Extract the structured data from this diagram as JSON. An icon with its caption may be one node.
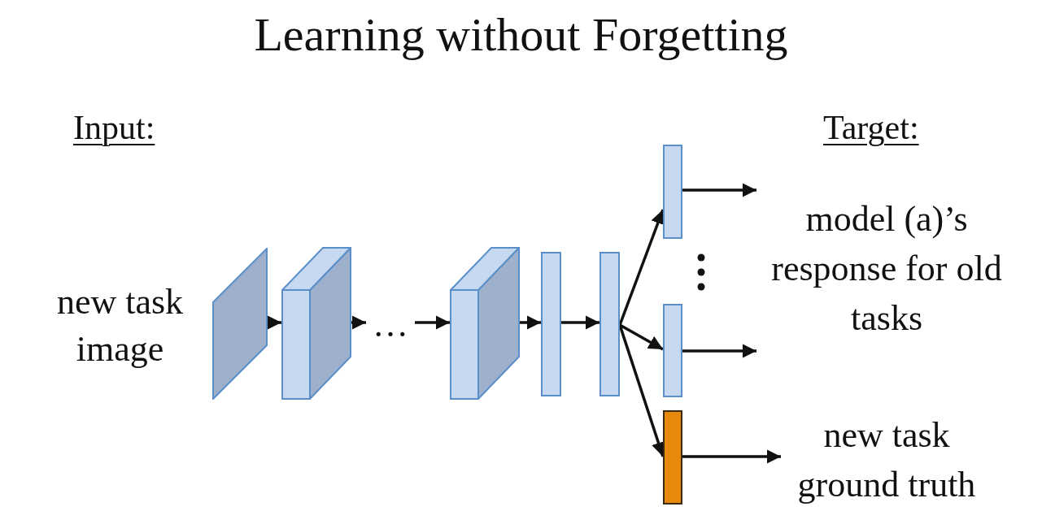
{
  "diagram": {
    "title": "Learning without Forgetting",
    "nodes": [
      {
        "text": [],
        "shape": "parallelogram",
        "beside": [
          "new task image"
        ]
      },
      {
        "text": [],
        "shape": "cuboid"
      },
      {
        "text": [
          "…"
        ]
      },
      {
        "text": [],
        "shape": "cuboid"
      },
      {
        "text": [],
        "shape": "bar"
      },
      {
        "text": [],
        "shape": "bar"
      },
      {
        "text": [],
        "shape": "bar"
      },
      {
        "text": [],
        "shape": "bar"
      },
      {
        "text": [],
        "shape": "bar"
      },
      {
        "text": [
          "model (a)’s response for old tasks"
        ]
      },
      {
        "text": [
          "new task ground truth"
        ]
      }
    ],
    "edges": [
      {
        "from": 0,
        "to": 1,
        "arrow": "to"
      },
      {
        "from": 1,
        "to": 2,
        "arrow": "to"
      },
      {
        "from": 2,
        "to": 3,
        "arrow": "to"
      },
      {
        "from": 3,
        "to": 4,
        "arrow": "to"
      },
      {
        "from": 4,
        "to": 5,
        "arrow": "to"
      },
      {
        "from": 5,
        "to": 6,
        "arrow": "to"
      },
      {
        "from": 5,
        "to": 7,
        "arrow": "to"
      },
      {
        "from": 5,
        "to": 8,
        "arrow": "to"
      },
      {
        "from": 6,
        "to": 9,
        "arrow": "to"
      },
      {
        "from": 7,
        "to": 9,
        "arrow": "to"
      },
      {
        "from": 8,
        "to": 10,
        "arrow": "to"
      }
    ],
    "labels": [
      "Input:",
      "Target:"
    ]
  }
}
